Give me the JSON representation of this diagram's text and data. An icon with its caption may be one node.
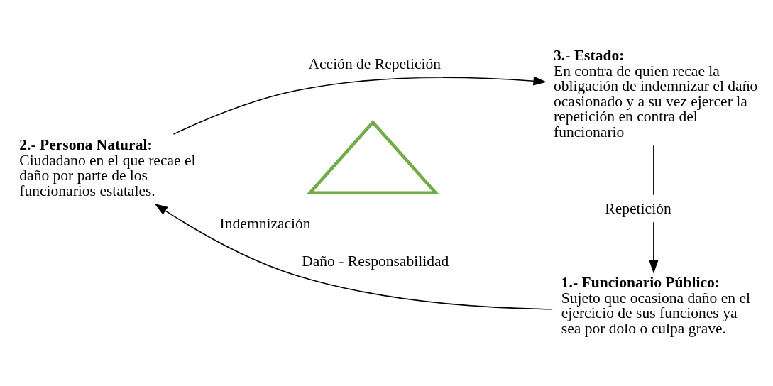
{
  "diagram": {
    "nodes": [
      {
        "text": [
          "2.- Persona Natural:",
          "Ciudadano en el que recae el daño por parte de los funcionarios estatales."
        ]
      },
      {
        "text": [
          "3.- Estado:",
          "En contra de quien recae la obligación de indemnizar el daño ocasionado y a su vez ejercer la repetición en contra del funcionario"
        ]
      },
      {
        "text": [
          "1.- Funcionario Público:",
          "Sujeto que ocasiona daño en el ejercicio de sus funciones ya sea por dolo o culpa grave."
        ]
      },
      {
        "text": [],
        "shape": "triangle",
        "beside": [
          "Indemnización"
        ]
      }
    ],
    "edges": [
      {
        "from": 0,
        "to": 1,
        "arrow": "to",
        "label": "Acción de Repetición"
      },
      {
        "from": 1,
        "to": 2,
        "arrow": "to",
        "label": "Repetición"
      },
      {
        "from": 2,
        "to": 0,
        "arrow": "to",
        "label": "Daño - Responsabilidad"
      }
    ]
  }
}
